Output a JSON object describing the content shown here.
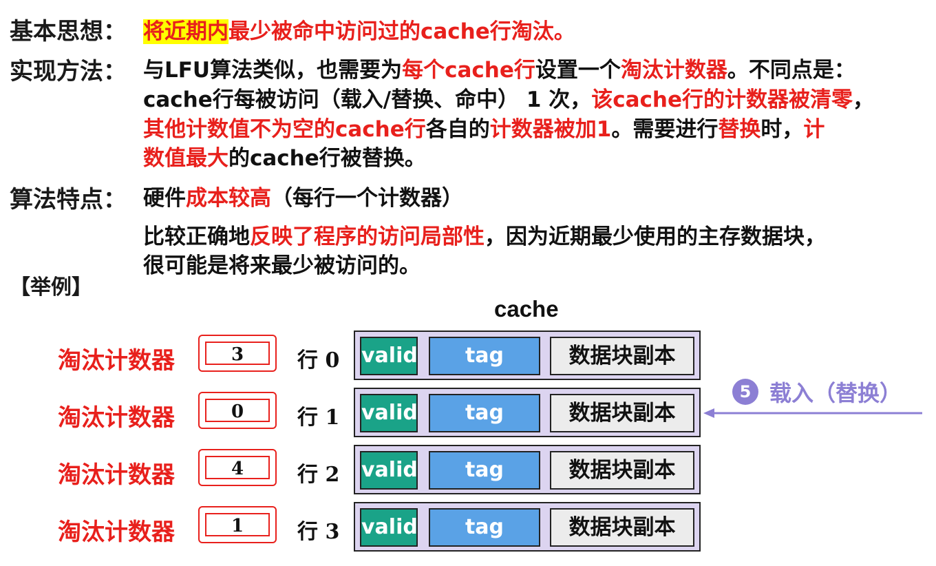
{
  "section1": {
    "label": "基本思想：",
    "text_hl": "将近期内",
    "text_rest": "最少被命中访问过的cache行淘汰。"
  },
  "section2": {
    "label": "实现方法：",
    "l1_a": "与LFU算法类似，也需要为",
    "l1_b": "每个cache行",
    "l1_c": "设置一个",
    "l1_d": "淘汰计数器",
    "l1_e": "。不同点是：",
    "l2_a": "cache行每被访问（载入/替换、命中） 1 次，",
    "l2_b": "该cache行的计数器被清零",
    "l2_c": "，",
    "l3_a": "其他计数值不为空的cache行",
    "l3_b": "各自的",
    "l3_c": "计数器被加1",
    "l3_d": "。需要进行",
    "l3_e": "替换",
    "l3_f": "时，",
    "l3_g": "计",
    "l4_a": "数值最大",
    "l4_b": "的cache行被替换。"
  },
  "section3": {
    "label": "算法特点：",
    "l1_a": "硬件",
    "l1_b": "成本较高",
    "l1_c": "（每行一个计数器）",
    "l2_a": "比较正确地",
    "l2_b": "反映了程序的访问局部性",
    "l2_c": "，因为近期最少使用的主存数据块，",
    "l3": "很可能是将来最少被访问的。"
  },
  "example_label": "【举例】",
  "cache_title": "cache",
  "rows": [
    {
      "counter_label": "淘汰计数器",
      "counter": "3",
      "row": "行 0",
      "valid": "valid",
      "tag": "tag",
      "block": "数据块副本"
    },
    {
      "counter_label": "淘汰计数器",
      "counter": "0",
      "row": "行 1",
      "valid": "valid",
      "tag": "tag",
      "block": "数据块副本"
    },
    {
      "counter_label": "淘汰计数器",
      "counter": "4",
      "row": "行 2",
      "valid": "valid",
      "tag": "tag",
      "block": "数据块副本"
    },
    {
      "counter_label": "淘汰计数器",
      "counter": "1",
      "row": "行 3",
      "valid": "valid",
      "tag": "tag",
      "block": "数据块副本"
    }
  ],
  "arrow": {
    "step": "5",
    "text": "载入（替换）"
  },
  "colors": {
    "red": "#e8201c",
    "highlight": "#ffff00",
    "valid": "#1aa388",
    "tag": "#5aa2e6",
    "row_bg": "#dcd4f0",
    "arrow": "#8c7fd4"
  }
}
